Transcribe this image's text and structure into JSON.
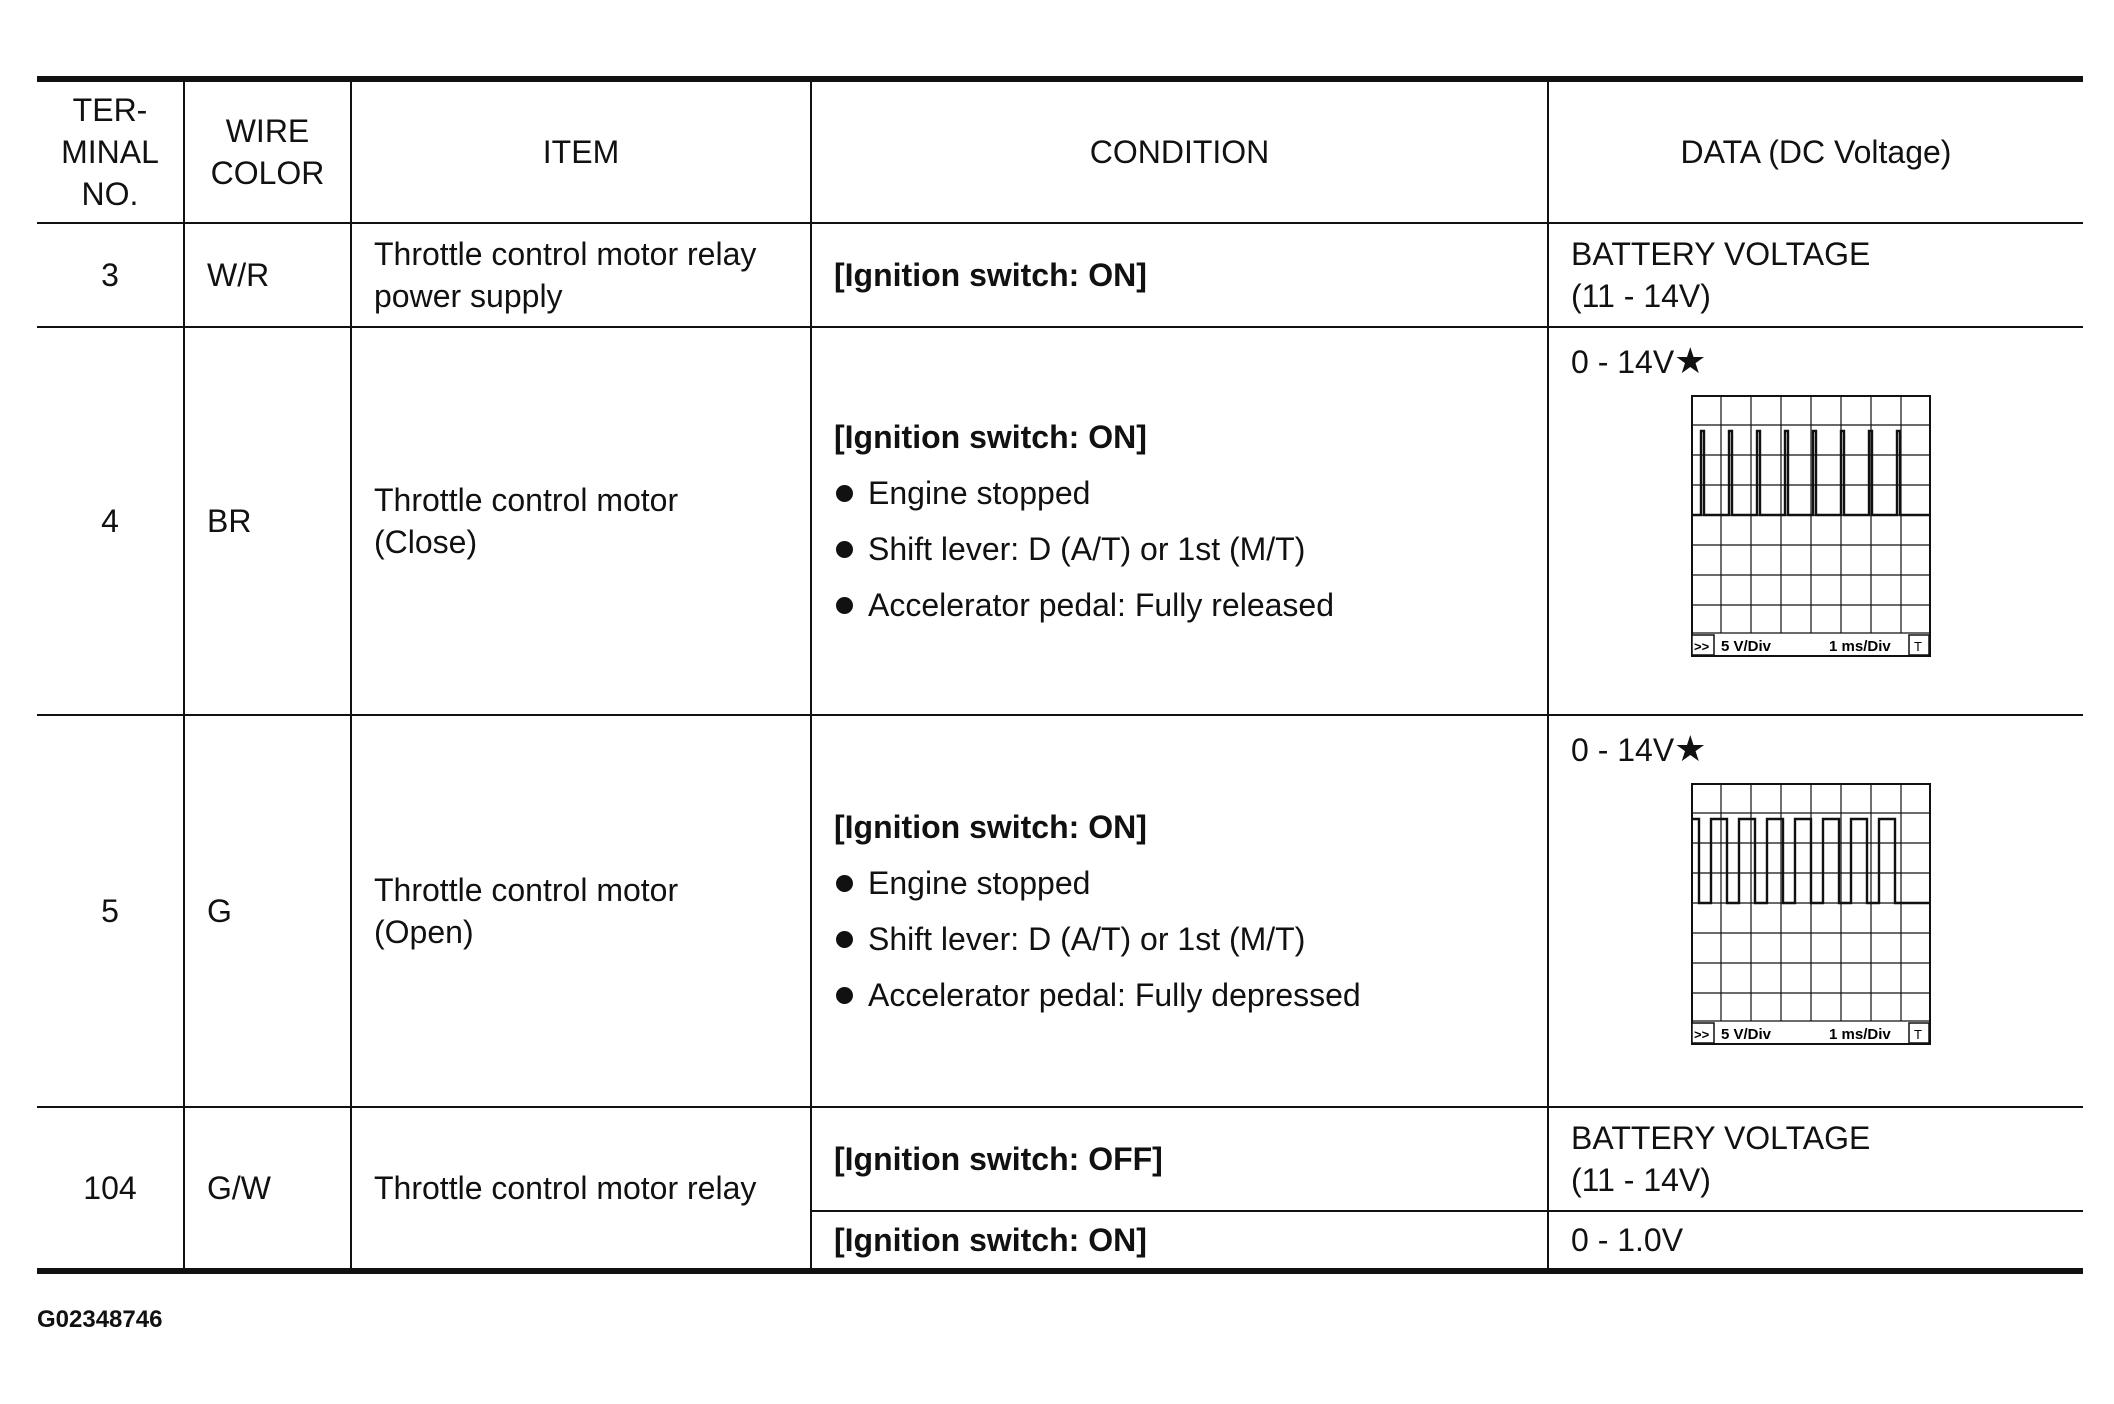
{
  "headers": {
    "terminal": [
      "TER-",
      "MINAL",
      "NO."
    ],
    "wire": [
      "WIRE",
      "COLOR"
    ],
    "item": "ITEM",
    "condition": "CONDITION",
    "data": "DATA (DC Voltage)"
  },
  "rows": [
    {
      "terminal": "3",
      "wire": "W/R",
      "item": [
        "Throttle control motor relay",
        "power supply"
      ],
      "condition": "[Ignition switch: ON]",
      "data": [
        "BATTERY VOLTAGE",
        "(11 - 14V)"
      ]
    },
    {
      "terminal": "4",
      "wire": "BR",
      "item": [
        "Throttle control motor",
        "(Close)"
      ],
      "condition_title": "[Ignition switch: ON]",
      "condition_bullets": [
        "Engine stopped",
        "Shift lever: D (A/T) or 1st (M/T)",
        "Accelerator pedal: Fully released"
      ],
      "data": "0 - 14V",
      "data_mark": "★",
      "scope": {
        "volts_label": "5 V/Div",
        "time_label": "1 ms/Div",
        "left_icon": ">>",
        "right_icon": "T",
        "waveform": "short-pulses"
      }
    },
    {
      "terminal": "5",
      "wire": "G",
      "item": [
        "Throttle control motor",
        "(Open)"
      ],
      "condition_title": "[Ignition switch: ON]",
      "condition_bullets": [
        "Engine stopped",
        "Shift lever: D (A/T) or 1st (M/T)",
        "Accelerator pedal: Fully depressed"
      ],
      "data": "0 - 14V",
      "data_mark": "★",
      "scope": {
        "volts_label": "5 V/Div",
        "time_label": "1 ms/Div",
        "left_icon": ">>",
        "right_icon": "T",
        "waveform": "wide-pulses"
      }
    },
    {
      "terminal": "104",
      "wire": "G/W",
      "item": "Throttle control motor relay",
      "conditions": [
        {
          "condition": "[Ignition switch: OFF]",
          "data": [
            "BATTERY VOLTAGE",
            "(11 - 14V)"
          ]
        },
        {
          "condition": "[Ignition switch: ON]",
          "data": "0 - 1.0V"
        }
      ]
    }
  ],
  "figure_id": "G02348746"
}
